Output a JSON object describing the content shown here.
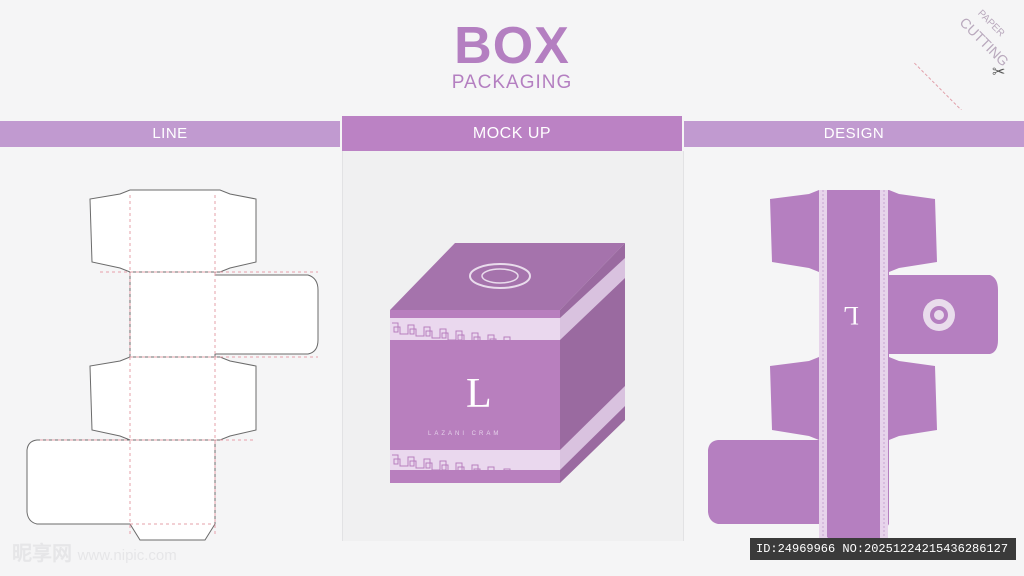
{
  "header": {
    "title": "BOX",
    "subtitle": "PACKAGING"
  },
  "corner": {
    "line1": "PAPER",
    "line2": "CUTTING"
  },
  "sections": {
    "line": "LINE",
    "mockup": "MOCK UP",
    "design": "DESIGN"
  },
  "box": {
    "letter": "L",
    "brand": "LAZANI CRAM"
  },
  "design": {
    "letter": "L"
  },
  "footer": {
    "watermark": "昵享网",
    "watermark_url": "www.nipic.com",
    "id_text": "ID:24969966 NO:20251224215436286127"
  },
  "colors": {
    "accent": "#bb82c4",
    "ribbon": "#c19ad0",
    "box_front": "#b87fbe",
    "box_top": "#a573ac",
    "box_side": "#9a6aa0"
  }
}
